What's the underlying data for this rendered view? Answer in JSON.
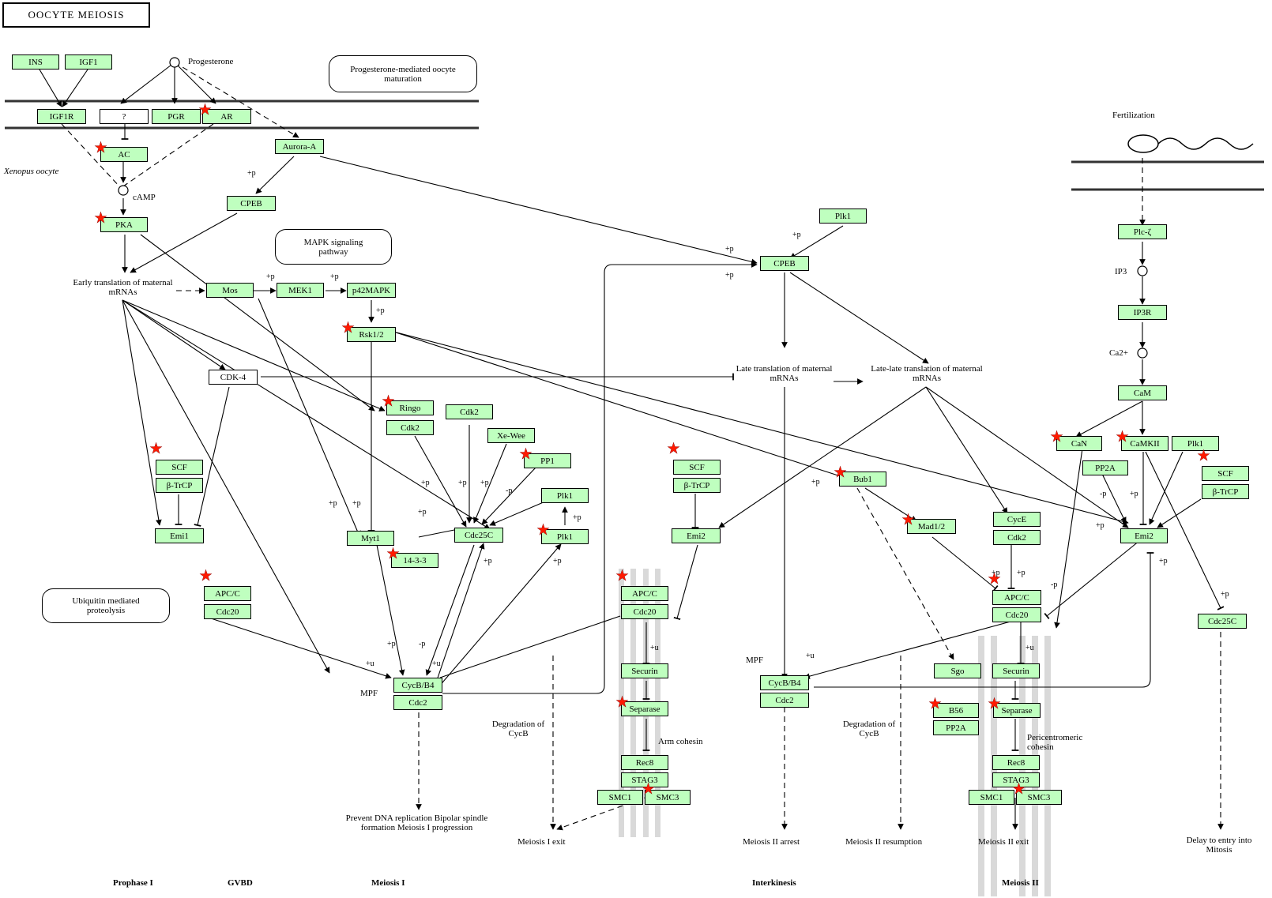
{
  "title": "OOCYTE MEIOSIS",
  "genes": [
    {
      "id": "ins",
      "label": "INS",
      "white": false
    },
    {
      "id": "igf1",
      "label": "IGF1",
      "white": false
    },
    {
      "id": "igf1r",
      "label": "IGF1R",
      "white": false
    },
    {
      "id": "unknown-receptor",
      "label": "?",
      "white": true
    },
    {
      "id": "pgr",
      "label": "PGR",
      "white": false
    },
    {
      "id": "ar",
      "label": "AR",
      "white": false
    },
    {
      "id": "ac",
      "label": "AC",
      "white": false
    },
    {
      "id": "aurora-a",
      "label": "Aurora-A",
      "white": false
    },
    {
      "id": "cpeb-1",
      "label": "CPEB",
      "white": false
    },
    {
      "id": "pka",
      "label": "PKA",
      "white": false
    },
    {
      "id": "mos",
      "label": "Mos",
      "white": false
    },
    {
      "id": "mek1",
      "label": "MEK1",
      "white": false
    },
    {
      "id": "p42mapk",
      "label": "p42MAPK",
      "white": false
    },
    {
      "id": "rsk1-2",
      "label": "Rsk1/2",
      "white": false
    },
    {
      "id": "cdk4",
      "label": "CDK-4",
      "white": true
    },
    {
      "id": "ringo",
      "label": "Ringo",
      "white": false
    },
    {
      "id": "cdk2-a",
      "label": "Cdk2",
      "white": false
    },
    {
      "id": "cdk2-b",
      "label": "Cdk2",
      "white": false
    },
    {
      "id": "xe-wee",
      "label": "Xe-Wee",
      "white": false
    },
    {
      "id": "pp1",
      "label": "PP1",
      "white": false
    },
    {
      "id": "plk1-a",
      "label": "Plk1",
      "white": false
    },
    {
      "id": "plk1-b",
      "label": "Plk1",
      "white": false
    },
    {
      "id": "scf-1",
      "label": "SCF",
      "white": false
    },
    {
      "id": "btrcp-1",
      "label": "β-TrCP",
      "white": false
    },
    {
      "id": "emi1",
      "label": "Emi1",
      "white": false
    },
    {
      "id": "myt1",
      "label": "Myt1",
      "white": false
    },
    {
      "id": "cdc25c-1",
      "label": "Cdc25C",
      "white": false
    },
    {
      "id": "ywhab",
      "label": "14-3-3",
      "white": false
    },
    {
      "id": "apcc-1",
      "label": "APC/C",
      "white": false
    },
    {
      "id": "cdc20-1",
      "label": "Cdc20",
      "white": false
    },
    {
      "id": "cycb-1",
      "label": "CycB/B4",
      "white": false
    },
    {
      "id": "cdc2-1",
      "label": "Cdc2",
      "white": false
    },
    {
      "id": "scf-2",
      "label": "SCF",
      "white": false
    },
    {
      "id": "btrcp-2",
      "label": "β-TrCP",
      "white": false
    },
    {
      "id": "emi2-1",
      "label": "Emi2",
      "white": false
    },
    {
      "id": "apcc-2",
      "label": "APC/C",
      "white": false
    },
    {
      "id": "cdc20-2",
      "label": "Cdc20",
      "white": false
    },
    {
      "id": "securin-1",
      "label": "Securin",
      "white": false
    },
    {
      "id": "separase-1",
      "label": "Separase",
      "white": false
    },
    {
      "id": "rec8-1",
      "label": "Rec8",
      "white": false
    },
    {
      "id": "stag3-1",
      "label": "STAG3",
      "white": false
    },
    {
      "id": "smc1-1",
      "label": "SMC1",
      "white": false
    },
    {
      "id": "smc3-1",
      "label": "SMC3",
      "white": false
    },
    {
      "id": "plk1-c",
      "label": "Plk1",
      "white": false
    },
    {
      "id": "cpeb-2",
      "label": "CPEB",
      "white": false
    },
    {
      "id": "bub1",
      "label": "Bub1",
      "white": false
    },
    {
      "id": "mad1-2",
      "label": "Mad1/2",
      "white": false
    },
    {
      "id": "cyce",
      "label": "CycE",
      "white": false
    },
    {
      "id": "cdk2-c",
      "label": "Cdk2",
      "white": false
    },
    {
      "id": "apcc-3",
      "label": "APC/C",
      "white": false
    },
    {
      "id": "cdc20-3",
      "label": "Cdc20",
      "white": false
    },
    {
      "id": "sgo",
      "label": "Sgo",
      "white": false
    },
    {
      "id": "securin-2",
      "label": "Securin",
      "white": false
    },
    {
      "id": "b56",
      "label": "B56",
      "white": false
    },
    {
      "id": "pp2a-1",
      "label": "PP2A",
      "white": false
    },
    {
      "id": "separase-2",
      "label": "Separase",
      "white": false
    },
    {
      "id": "rec8-2",
      "label": "Rec8",
      "white": false
    },
    {
      "id": "stag3-2",
      "label": "STAG3",
      "white": false
    },
    {
      "id": "smc1-2",
      "label": "SMC1",
      "white": false
    },
    {
      "id": "smc3-2",
      "label": "SMC3",
      "white": false
    },
    {
      "id": "cycb-2",
      "label": "CycB/B4",
      "white": false
    },
    {
      "id": "cdc2-2",
      "label": "Cdc2",
      "white": false
    },
    {
      "id": "plc-zeta",
      "label": "Plc-ζ",
      "white": false
    },
    {
      "id": "ip3r",
      "label": "IP3R",
      "white": false
    },
    {
      "id": "calm",
      "label": "CaM",
      "white": false
    },
    {
      "id": "can",
      "label": "CaN",
      "white": false
    },
    {
      "id": "camkii",
      "label": "CaMKII",
      "white": false
    },
    {
      "id": "plk1-d",
      "label": "Plk1",
      "white": false
    },
    {
      "id": "pp2a-2",
      "label": "PP2A",
      "white": false
    },
    {
      "id": "scf-3",
      "label": "SCF",
      "white": false
    },
    {
      "id": "btrcp-3",
      "label": "β-TrCP",
      "white": false
    },
    {
      "id": "emi2-2",
      "label": "Emi2",
      "white": false
    },
    {
      "id": "cdc25c-2",
      "label": "Cdc25C",
      "white": false
    }
  ],
  "pathways": {
    "progesterone": "Progesterone-mediated oocyte maturation",
    "mapk": "MAPK signaling pathway",
    "ubiquitin": "Ubiquitin mediated proteolysis"
  },
  "labels": {
    "progesterone": "Progesterone",
    "xenopus": "Xenopus oocyte",
    "camp": "cAMP",
    "early_translation": "Early translation of maternal mRNAs",
    "late_translation": "Late translation of maternal mRNAs",
    "late_late_translation": "Late-late translation of maternal mRNAs",
    "fertilization": "Fertilization",
    "ip3": "IP3",
    "ca2": "Ca2+",
    "mpf_1": "MPF",
    "mpf_2": "MPF",
    "degradation_cycb_1": "Degradation of CycB",
    "degradation_cycb_2": "Degradation of CycB",
    "arm_cohesin": "Arm cohesin",
    "pericentromeric_cohesin": "Pericentromeric cohesin",
    "prevent_dna": "Prevent DNA replication Bipolar spindle formation Meiosis I progression",
    "meiosis_i_exit": "Meiosis I exit",
    "meiosis_ii_arrest": "Meiosis II arrest",
    "meiosis_ii_resumption": "Meiosis II resumption",
    "meiosis_ii_exit": "Meiosis II exit",
    "delay_mitosis": "Delay to entry into Mitosis",
    "mod_p": "+p",
    "mod_mp": "-p",
    "mod_u": "+u"
  },
  "phases": [
    "Prophase I",
    "GVBD",
    "Meiosis I",
    "Interkinesis",
    "Meiosis II"
  ],
  "colors": {
    "gene_fill": "#bfffbf",
    "star": "#ff1a00",
    "stripe": "#d9d9d9"
  }
}
